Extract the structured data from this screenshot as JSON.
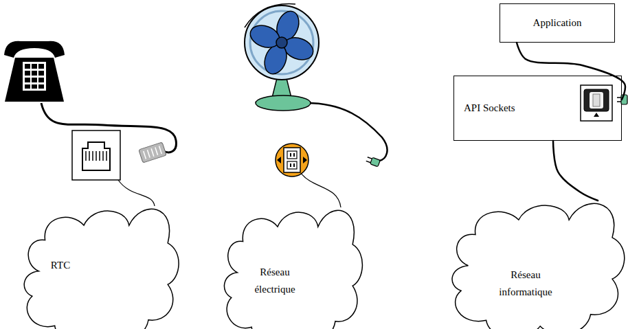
{
  "diagram": {
    "nodes": [
      {
        "text": [
          "Application"
        ]
      },
      {
        "text": [
          "API Sockets"
        ]
      },
      {
        "text": [
          "RTC"
        ]
      },
      {
        "text": [
          "Réseau électrique"
        ]
      },
      {
        "text": [
          "Réseau informatique"
        ]
      }
    ],
    "edges": [
      {
        "from": 0,
        "to": 1,
        "arrow": "none"
      },
      {
        "from": 1,
        "to": 4,
        "arrow": "none"
      }
    ]
  }
}
